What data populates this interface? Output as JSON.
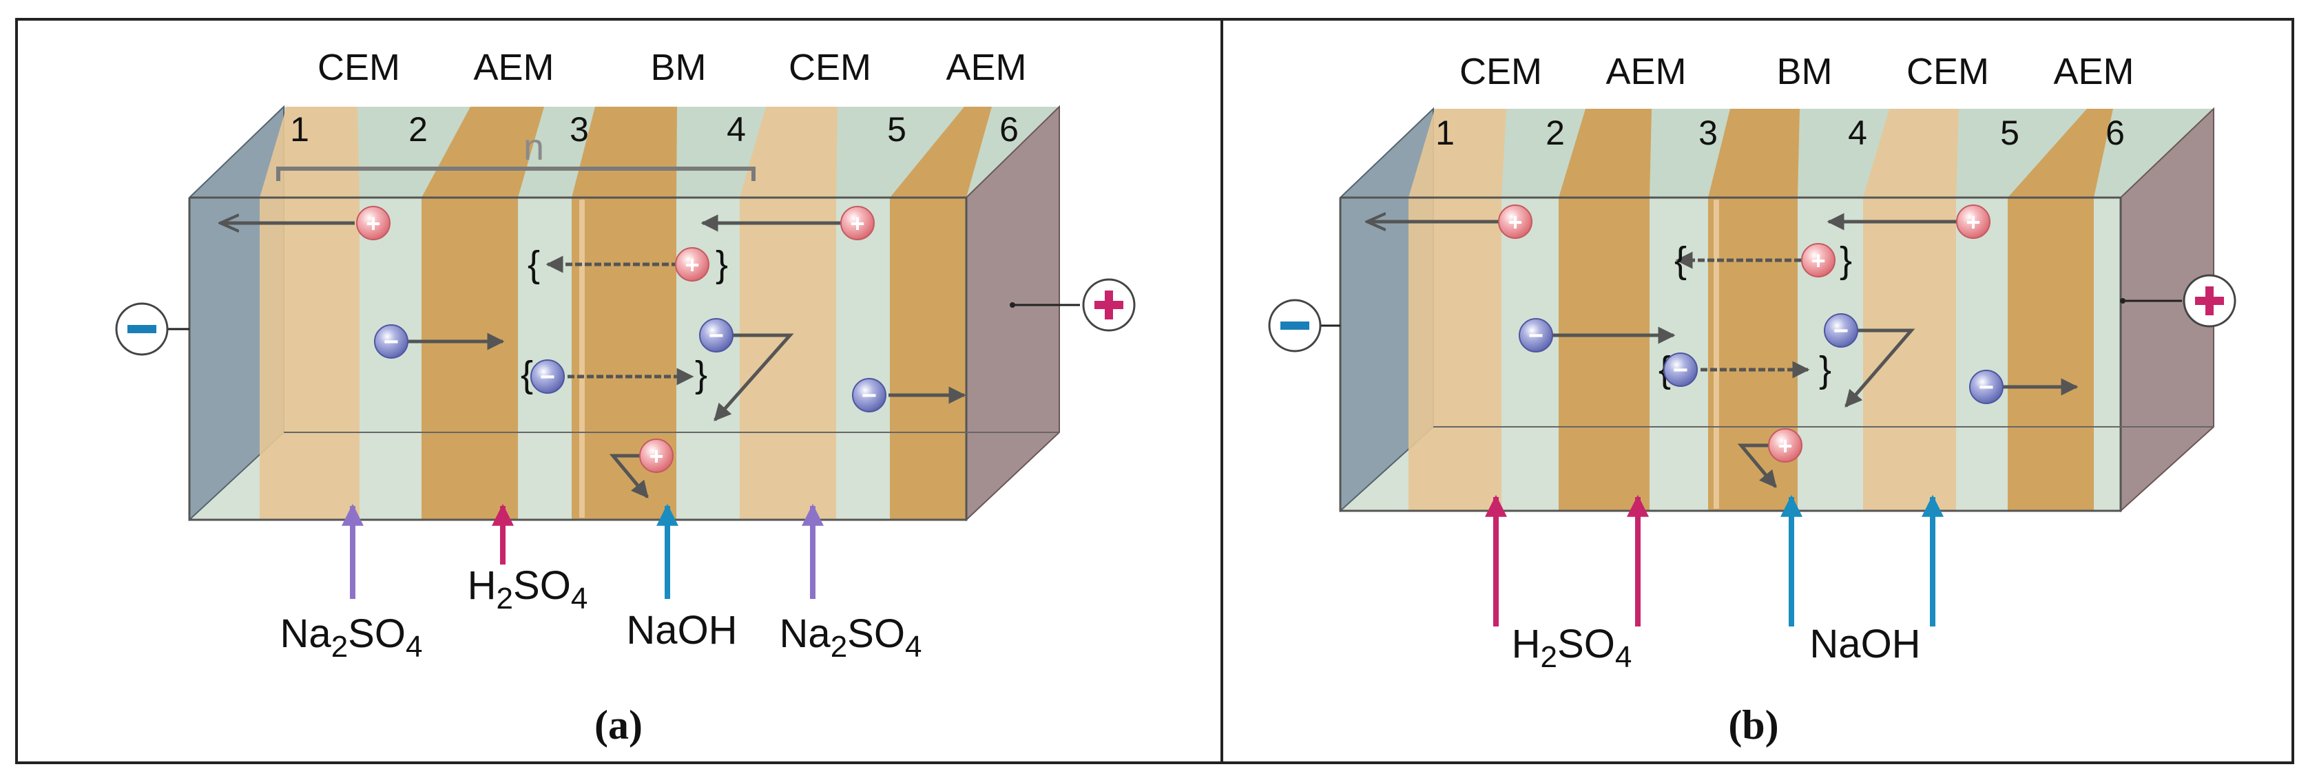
{
  "colors": {
    "cem": "#e7c796",
    "aem": "#cf9d52",
    "chamber": "#d9e6d8",
    "cathode": "#8fa1ad",
    "anode": "#a48f90",
    "cation": "#e9848a",
    "anion": "#7c84c8",
    "purple_arrow": "#8c73c8",
    "magenta_arrow": "#c8246a",
    "blue_arrow": "#1a8cc0",
    "minus_sign": "#1a7fb8",
    "plus_sign": "#c8246a"
  },
  "panels": [
    {
      "id": "a",
      "caption": "(a)",
      "membranes": [
        "CEM",
        "AEM",
        "BM",
        "CEM",
        "AEM"
      ],
      "compartments": [
        "1",
        "2",
        "3",
        "4",
        "5",
        "6"
      ],
      "repeat_label": "n",
      "electrodes": {
        "left": "−",
        "right": "+"
      },
      "feeds": [
        {
          "base": "Na",
          "sub1": "2",
          "mid": "SO",
          "sub2": "4"
        },
        {
          "base": "H",
          "sub1": "2",
          "mid": "SO",
          "sub2": "4"
        },
        {
          "base": "NaOH",
          "sub1": "",
          "mid": "",
          "sub2": ""
        },
        {
          "base": "Na",
          "sub1": "2",
          "mid": "SO",
          "sub2": "4"
        }
      ],
      "ions": {
        "cation": "+",
        "anion": "−"
      },
      "brackets": {
        "open": "{",
        "close": "}"
      }
    },
    {
      "id": "b",
      "caption": "(b)",
      "membranes": [
        "CEM",
        "AEM",
        "BM",
        "CEM",
        "AEM"
      ],
      "compartments": [
        "1",
        "2",
        "3",
        "4",
        "5",
        "6"
      ],
      "electrodes": {
        "left": "−",
        "right": "+"
      },
      "feeds": [
        {
          "base": "H",
          "sub1": "2",
          "mid": "SO",
          "sub2": "4"
        },
        {
          "base": "NaOH",
          "sub1": "",
          "mid": "",
          "sub2": ""
        }
      ],
      "ions": {
        "cation": "+",
        "anion": "−"
      },
      "brackets": {
        "open": "{",
        "close": "}"
      }
    }
  ]
}
